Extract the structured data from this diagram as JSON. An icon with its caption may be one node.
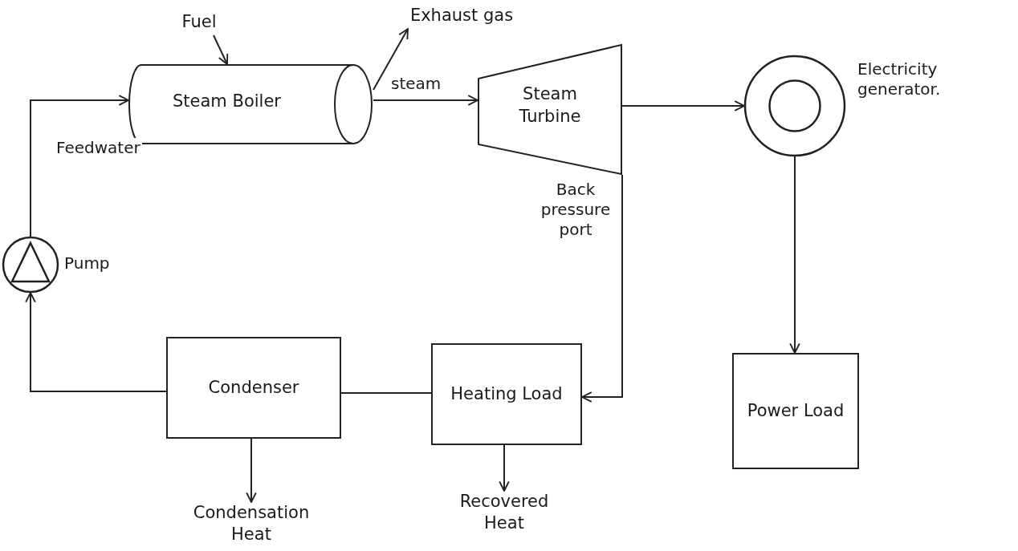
{
  "diagram": {
    "nodes": [
      {
        "text": [
          "Fuel"
        ]
      },
      {
        "text": [
          "Steam Boiler"
        ]
      },
      {
        "text": [
          "Exhaust gas"
        ]
      },
      {
        "text": [
          "Steam Turbine"
        ],
        "beside": [
          "Back pressure port"
        ]
      },
      {
        "text": [],
        "shape": "circle",
        "beside": [
          "Electricity generator."
        ]
      },
      {
        "text": [],
        "shape": "circle",
        "beside": [
          "Pump"
        ]
      },
      {
        "text": [
          "Condenser"
        ]
      },
      {
        "text": [
          "Heating Load"
        ]
      },
      {
        "text": [
          "Power Load"
        ]
      },
      {
        "text": [
          "Condensation Heat"
        ]
      },
      {
        "text": [
          "Recovered Heat"
        ]
      }
    ],
    "edges": [
      {
        "from": 0,
        "to": 1,
        "arrow": "to"
      },
      {
        "from": 1,
        "to": 2,
        "arrow": "to"
      },
      {
        "from": 1,
        "to": 3,
        "arrow": "to",
        "label": "steam"
      },
      {
        "from": 3,
        "to": 4,
        "arrow": "to"
      },
      {
        "from": 3,
        "to": 7,
        "arrow": "to"
      },
      {
        "from": 4,
        "to": 8,
        "arrow": "to"
      },
      {
        "from": 7,
        "to": 6,
        "arrow": "none"
      },
      {
        "from": 6,
        "to": 5,
        "arrow": "to"
      },
      {
        "from": 5,
        "to": 1,
        "arrow": "to",
        "label": "Feedwater"
      },
      {
        "from": 6,
        "to": 9,
        "arrow": "to"
      },
      {
        "from": 7,
        "to": 10,
        "arrow": "to"
      }
    ]
  }
}
